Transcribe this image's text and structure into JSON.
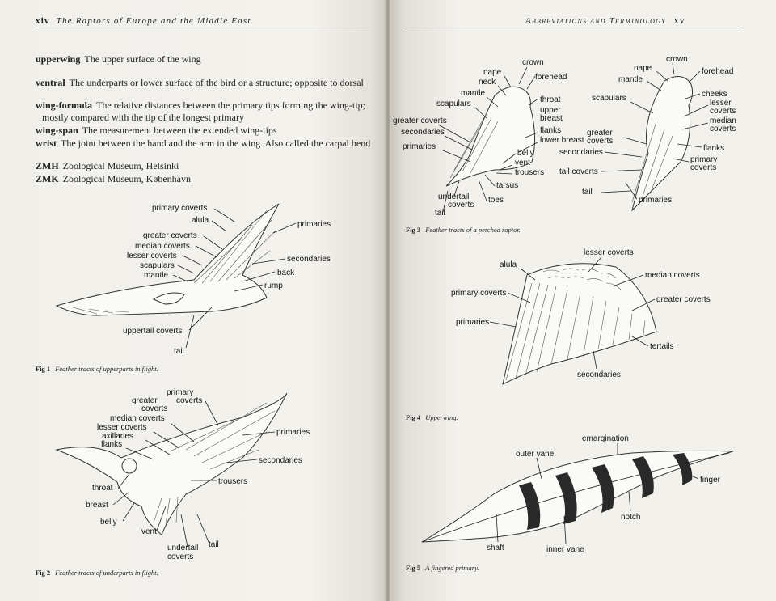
{
  "left_page": {
    "page_number": "xiv",
    "running_head": "The Raptors of Europe and the Middle East",
    "glossary": [
      {
        "term": "upperwing",
        "definition": "The upper surface of the wing"
      },
      {
        "term": "ventral",
        "definition": "The underparts or lower surface of the bird or a structure; opposite to dorsal"
      },
      {
        "term": "wing-formula",
        "definition": "The relative distances between the primary tips forming the wing-tip;"
      },
      {
        "term": "",
        "definition": "mostly compared with the tip of the longest primary"
      },
      {
        "term": "wing-span",
        "definition": "The measurement between the extended wing-tips"
      },
      {
        "term": "wrist",
        "definition": "The joint between the hand and the arm in the wing. Also called the carpal bend"
      }
    ],
    "abbreviations": [
      {
        "term": "ZMH",
        "definition": "Zoological Museum, Helsinki"
      },
      {
        "term": "ZMK",
        "definition": "Zoological Museum, København"
      }
    ],
    "fig1": {
      "label": "Fig 1",
      "caption": "Feather tracts of upperparts in flight.",
      "labels": [
        "primary coverts",
        "alula",
        "greater coverts",
        "median coverts",
        "lesser coverts",
        "scapulars",
        "mantle",
        "primaries",
        "secondaries",
        "back",
        "rump",
        "uppertail coverts",
        "tail"
      ]
    },
    "fig2": {
      "label": "Fig 2",
      "caption": "Feather tracts of underparts in flight.",
      "labels": [
        "primary",
        "greater",
        "coverts",
        "coverts",
        "median coverts",
        "lesser coverts",
        "axillaries",
        "flanks",
        "primaries",
        "secondaries",
        "trousers",
        "throat",
        "breast",
        "belly",
        "vent",
        "undertail",
        "coverts",
        "tail"
      ]
    }
  },
  "right_page": {
    "page_number": "xv",
    "running_head": "Abbreviations and Terminology",
    "fig3": {
      "label": "Fig 3",
      "caption": "Feather tracts of a perched raptor.",
      "labels_a": [
        "crown",
        "nape",
        "forehead",
        "neck",
        "mantle",
        "throat",
        "scapulars",
        "upper",
        "breast",
        "greater coverts",
        "secondaries",
        "flanks",
        "lower breast",
        "primaries",
        "belly",
        "vent",
        "trousers",
        "tarsus",
        "undertail",
        "coverts",
        "toes",
        "tail"
      ],
      "labels_b": [
        "crown",
        "nape",
        "forehead",
        "mantle",
        "cheeks",
        "scapulars",
        "lesser",
        "coverts",
        "median",
        "coverts",
        "greater",
        "coverts",
        "secondaries",
        "flanks",
        "primary",
        "coverts",
        "tail coverts",
        "tail",
        "primaries"
      ]
    },
    "fig4": {
      "label": "Fig 4",
      "caption": "Upperwing.",
      "labels": [
        "lesser coverts",
        "alula",
        "median coverts",
        "primary coverts",
        "greater coverts",
        "primaries",
        "tertails",
        "secondaries"
      ]
    },
    "fig5": {
      "label": "Fig 5",
      "caption": "A fingered primary.",
      "labels": [
        "emargination",
        "outer vane",
        "finger",
        "notch",
        "shaft",
        "inner vane"
      ]
    }
  }
}
